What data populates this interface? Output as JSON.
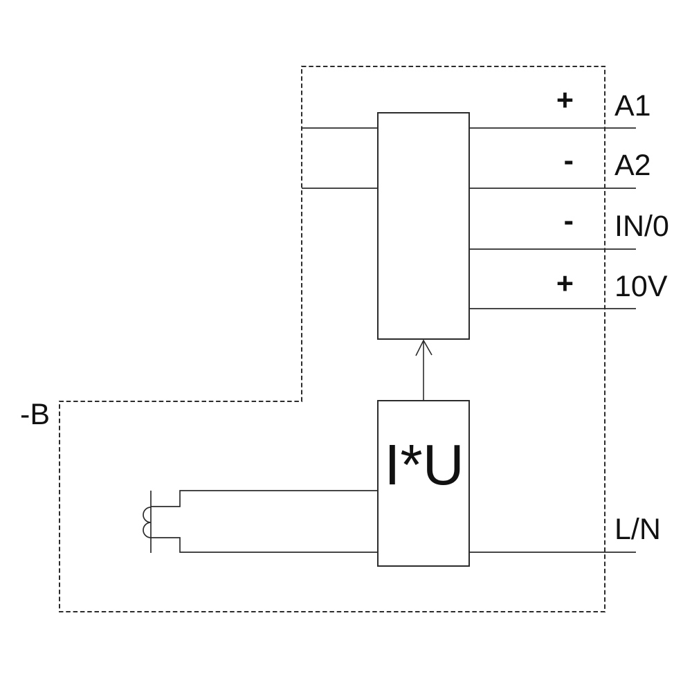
{
  "device": {
    "reference_label": "-B",
    "function_block_label": "I*U"
  },
  "terminals": [
    {
      "polarity": "+",
      "label": "A1"
    },
    {
      "polarity": "-",
      "label": "A2"
    },
    {
      "polarity": "-",
      "label": "IN/0"
    },
    {
      "polarity": "+",
      "label": "10V"
    },
    {
      "polarity": "",
      "label": "L/N"
    }
  ],
  "icons": {
    "current_transformer": "double-arc-coil-on-conductor",
    "signal_flow": "open-up-arrow"
  },
  "colors": {
    "line": "#2b2b2b",
    "text": "#111111",
    "background": "#ffffff"
  }
}
